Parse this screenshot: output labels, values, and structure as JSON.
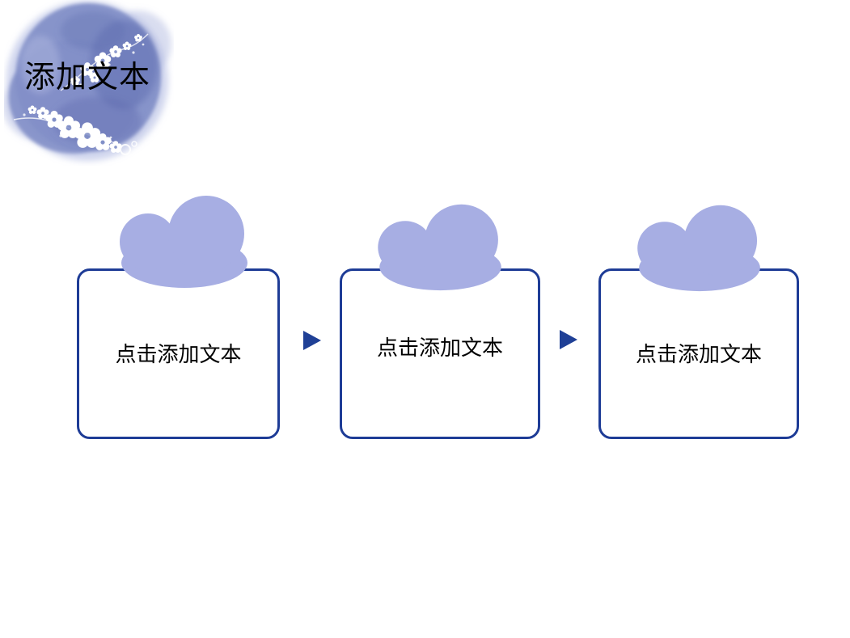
{
  "slide": {
    "title": "添加文本",
    "background": "#ffffff"
  },
  "steps": [
    {
      "label": "点击添加文本"
    },
    {
      "label": "点击添加文本"
    },
    {
      "label": "点击添加文本"
    }
  ],
  "style": {
    "box_border_color": "#1e3c96",
    "box_fill": "#ffffff",
    "cloud_fill": "#a7aee3",
    "arrow_color": "#1f4096",
    "title_color": "#000000",
    "label_color": "#000000"
  },
  "decoration": {
    "type": "watercolor-blossom-blob",
    "colors": {
      "main": "#8390c8",
      "dark": "#5e6cb0",
      "light": "#b3bbe2",
      "flowers": "#ffffff"
    }
  },
  "icons": {
    "cloud": "cloud-icon",
    "arrow": "arrow-right-icon",
    "blossom": "plum-blossom-icon"
  }
}
